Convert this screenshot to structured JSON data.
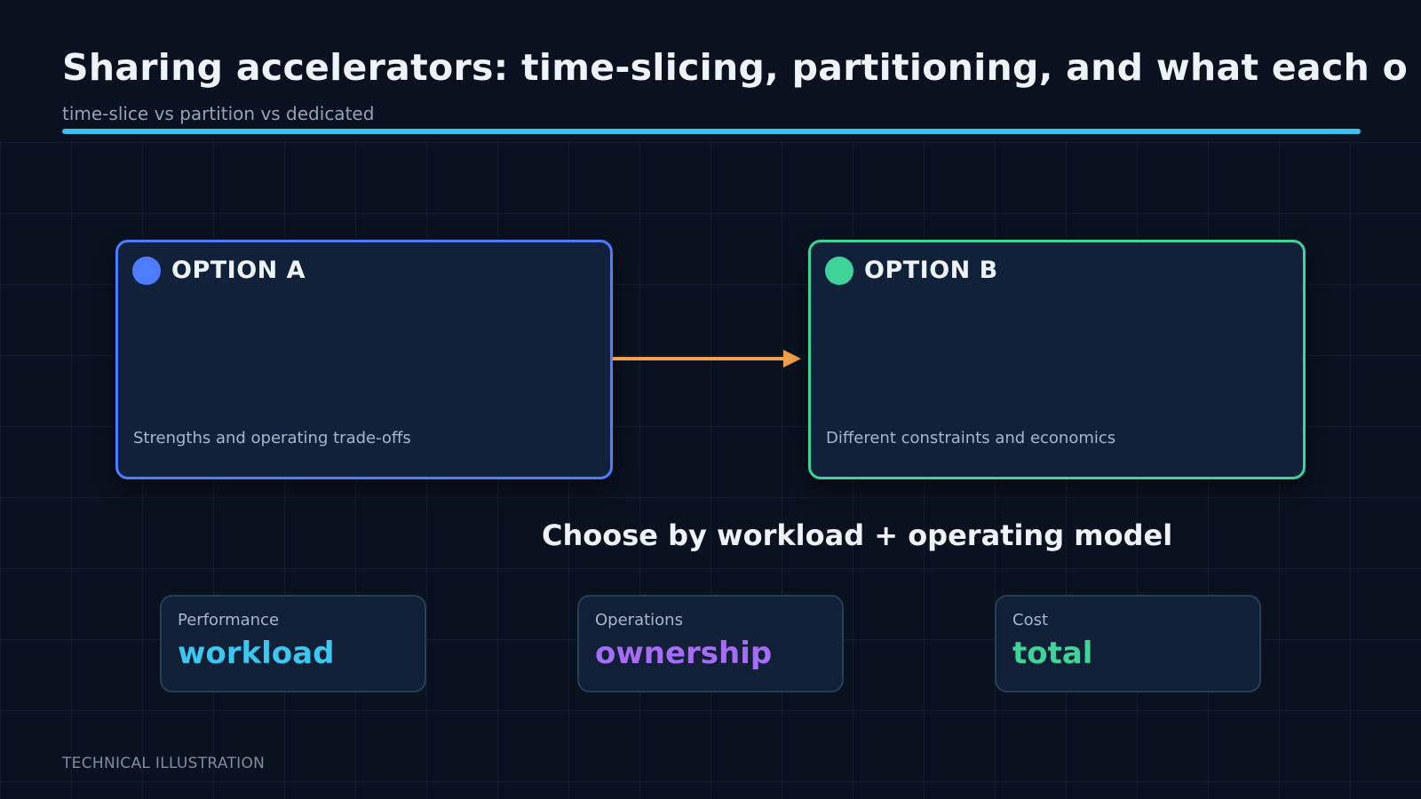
{
  "header": {
    "title": "Sharing accelerators: time-slicing, partitioning, and what each o",
    "subtitle": "time-slice vs partition vs dedicated"
  },
  "options": [
    {
      "title": "OPTION A",
      "description": "Strengths and operating trade-offs",
      "color": "#4d7cff"
    },
    {
      "title": "OPTION B",
      "description": "Different constraints and economics",
      "color": "#3fd39a"
    }
  ],
  "connector": {
    "color": "#f5a04a",
    "direction": "option-a-to-option-b"
  },
  "decision": {
    "heading": "Choose by workload + operating model"
  },
  "metrics": [
    {
      "label": "Performance",
      "value": "workload",
      "color": "#3cc7f0"
    },
    {
      "label": "Operations",
      "value": "ownership",
      "color": "#a56cf5"
    },
    {
      "label": "Cost",
      "value": "total",
      "color": "#3fd39a"
    }
  ],
  "footer": {
    "text": "TECHNICAL ILLUSTRATION"
  },
  "colors": {
    "background": "#0a121f",
    "accent_rule": "#38c3ee"
  }
}
